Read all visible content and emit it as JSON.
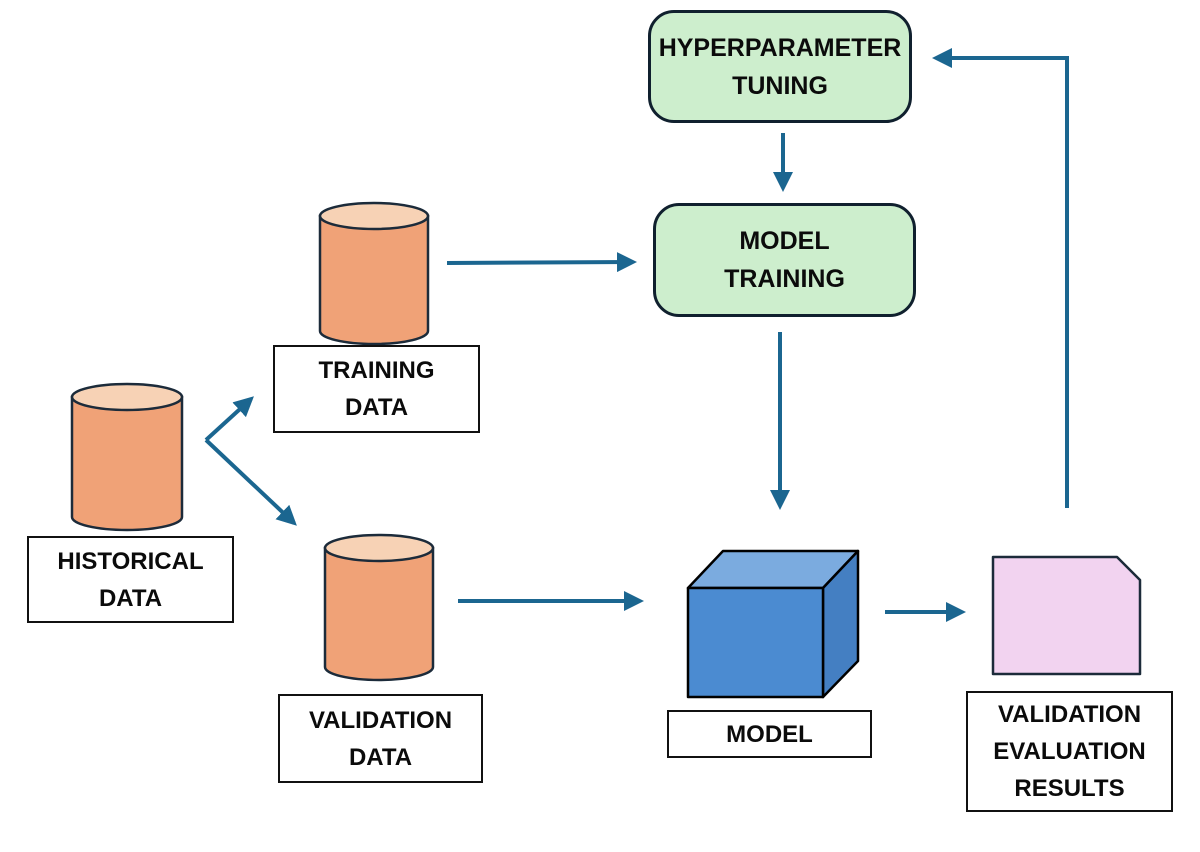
{
  "colors": {
    "background": "#ffffff",
    "process_box_fill": "#cdeecd",
    "process_box_border": "#10202e",
    "label_box_fill": "#ffffff",
    "label_box_border": "#111111",
    "text": "#0b0b0b",
    "cylinder_body": "#f0a277",
    "cylinder_top": "#f7d2b5",
    "cylinder_outline": "#1c2b3a",
    "cube_front": "#4b8bd1",
    "cube_top": "#7babdf",
    "cube_side": "#447fc2",
    "cube_outline": "#000000",
    "result_card_fill": "#f2d3f0",
    "result_card_outline": "#1c2b3a",
    "arrow": "#1b6690"
  },
  "nodes": {
    "hyperparameter_tuning": {
      "lines": [
        "HYPERPARAMETER",
        "TUNING"
      ],
      "shape": "rounded-rectangle"
    },
    "model_training": {
      "lines": [
        "MODEL",
        "TRAINING"
      ],
      "shape": "rounded-rectangle"
    },
    "training_data": {
      "lines": [
        "TRAINING",
        "DATA"
      ],
      "shape": "label-box",
      "icon": "database-cylinder"
    },
    "historical_data": {
      "lines": [
        "HISTORICAL",
        "DATA"
      ],
      "shape": "label-box",
      "icon": "database-cylinder"
    },
    "validation_data": {
      "lines": [
        "VALIDATION",
        "DATA"
      ],
      "shape": "label-box",
      "icon": "database-cylinder"
    },
    "model": {
      "lines": [
        "MODEL"
      ],
      "shape": "label-box",
      "icon": "cube-3d"
    },
    "validation_evaluation_results": {
      "lines": [
        "VALIDATION",
        "EVALUATION",
        "RESULTS"
      ],
      "shape": "label-box",
      "icon": "clipped-corner-card"
    }
  },
  "edges": [
    {
      "from": "historical_data",
      "to": "training_data"
    },
    {
      "from": "historical_data",
      "to": "validation_data"
    },
    {
      "from": "training_data",
      "to": "model_training"
    },
    {
      "from": "hyperparameter_tuning",
      "to": "model_training"
    },
    {
      "from": "model_training",
      "to": "model"
    },
    {
      "from": "validation_data",
      "to": "model"
    },
    {
      "from": "model",
      "to": "validation_evaluation_results"
    },
    {
      "from": "validation_evaluation_results",
      "to": "hyperparameter_tuning"
    }
  ]
}
